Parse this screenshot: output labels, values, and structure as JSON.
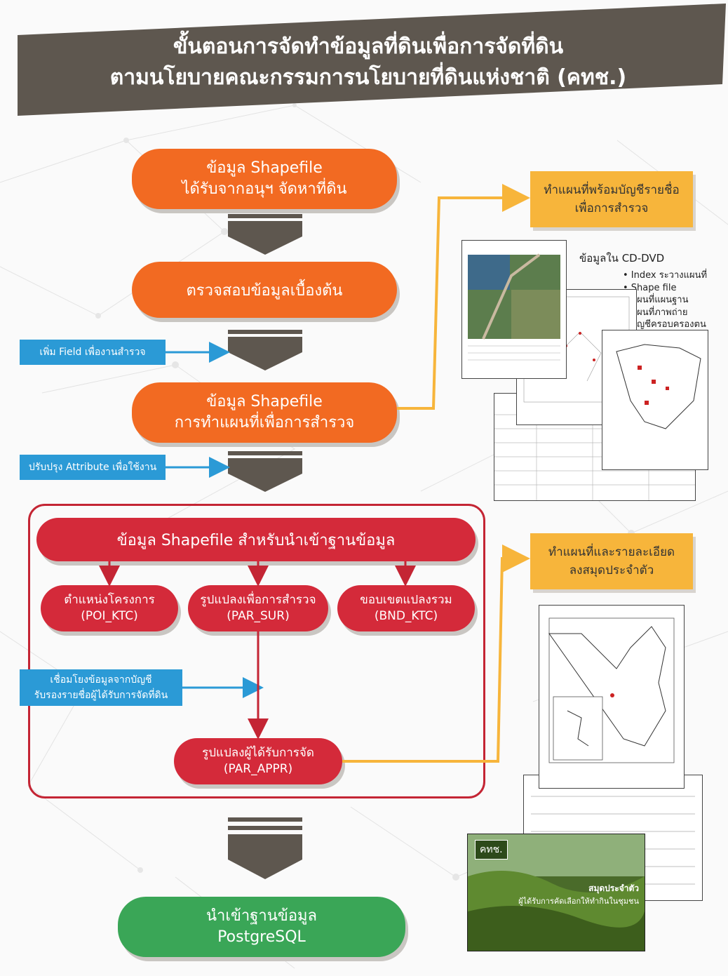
{
  "header": {
    "line1": "ขั้นตอนการจัดทำข้อมูลที่ดินเพื่อการจัดที่ดิน",
    "line2": "ตามนโยบายคณะกรรมการนโยบายที่ดินแห่งชาติ (คทช.)"
  },
  "flow": {
    "step1": {
      "line1": "ข้อมูล Shapefile",
      "line2": "ได้รับจากอนุฯ จัดหาที่ดิน"
    },
    "step2": {
      "line1": "ตรวจสอบข้อมูลเบื้องต้น"
    },
    "step3": {
      "line1": "ข้อมูล Shapefile",
      "line2": "การทำแผนที่เพื่อการสำรวจ"
    },
    "side1": "เพิ่ม Field เพื่องานสำรวจ",
    "side2": "ปรับปรุง Attribute เพื่อใช้งาน",
    "db_header": "ข้อมูล Shapefile สำหรับนำเข้าฐานข้อมูล",
    "sub1": {
      "line1": "ตำแหน่งโครงการ",
      "line2": "(POI_KTC)"
    },
    "sub2": {
      "line1": "รูปแปลงเพื่อการสำรวจ",
      "line2": "(PAR_SUR)"
    },
    "sub3": {
      "line1": "ขอบเขตแปลงรวม",
      "line2": "(BND_KTC)"
    },
    "side3": {
      "line1": "เชื่อมโยงข้อมูลจากบัญชี",
      "line2": "รับรองรายชื่อผู้ได้รับการจัดที่ดิน"
    },
    "par_appr": {
      "line1": "รูปแปลงผู้ได้รับการจัด",
      "line2": "(PAR_APPR)"
    },
    "final": {
      "line1": "นำเข้าฐานข้อมูล",
      "line2": "PostgreSQL"
    }
  },
  "right": {
    "box1": {
      "line1": "ทำแผนที่พร้อมบัญชีรายชื่อ",
      "line2": "เพื่อการสำรวจ"
    },
    "cd_title": "ข้อมูลใน CD-DVD",
    "cd_items": [
      "• Index ระวางแผนที่",
      "• Shape file",
      "• แผนที่แผนฐาน",
      "• แผนที่ภาพถ่าย",
      "• บัญชีครอบครองตน"
    ],
    "box2": {
      "line1": "ทำแผนที่และรายละเอียด",
      "line2": "ลงสมุดประจำตัว"
    },
    "book_logo": "คทช.",
    "book_title": "สมุดประจำตัว",
    "book_sub": "ผู้ได้รับการคัดเลือกให้ทำกินในชุมชน"
  },
  "colors": {
    "orange": "#f26a22",
    "red": "#d42a3a",
    "green": "#3aa657",
    "blue": "#2b9ad6",
    "yellow": "#f7b53b",
    "header": "#5e574f"
  }
}
